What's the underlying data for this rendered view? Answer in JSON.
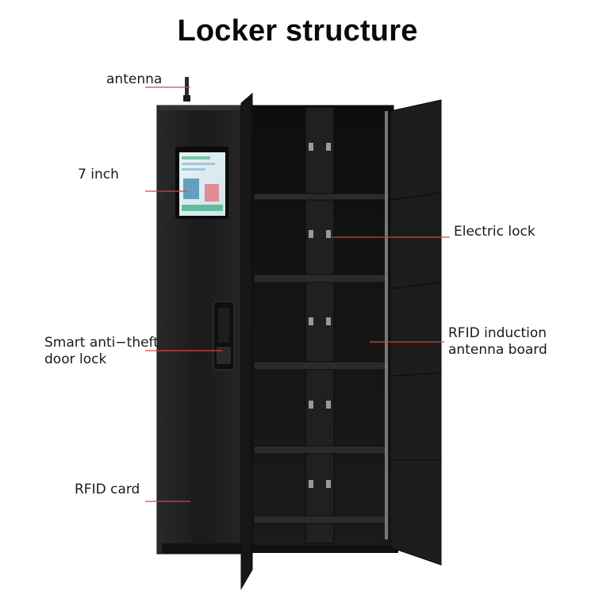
{
  "title": "Locker structure",
  "labels": {
    "antenna": "antenna",
    "screen": "7 inch",
    "door_lock": [
      "Smart anti−theft",
      "door lock"
    ],
    "rfid_card": "RFID card",
    "electric_lock": "Electric lock",
    "rfid_antenna": [
      "RFID induction",
      "antenna board"
    ]
  },
  "colors": {
    "callout_line": "#e04040",
    "cabinet": "#1c1c1c"
  }
}
